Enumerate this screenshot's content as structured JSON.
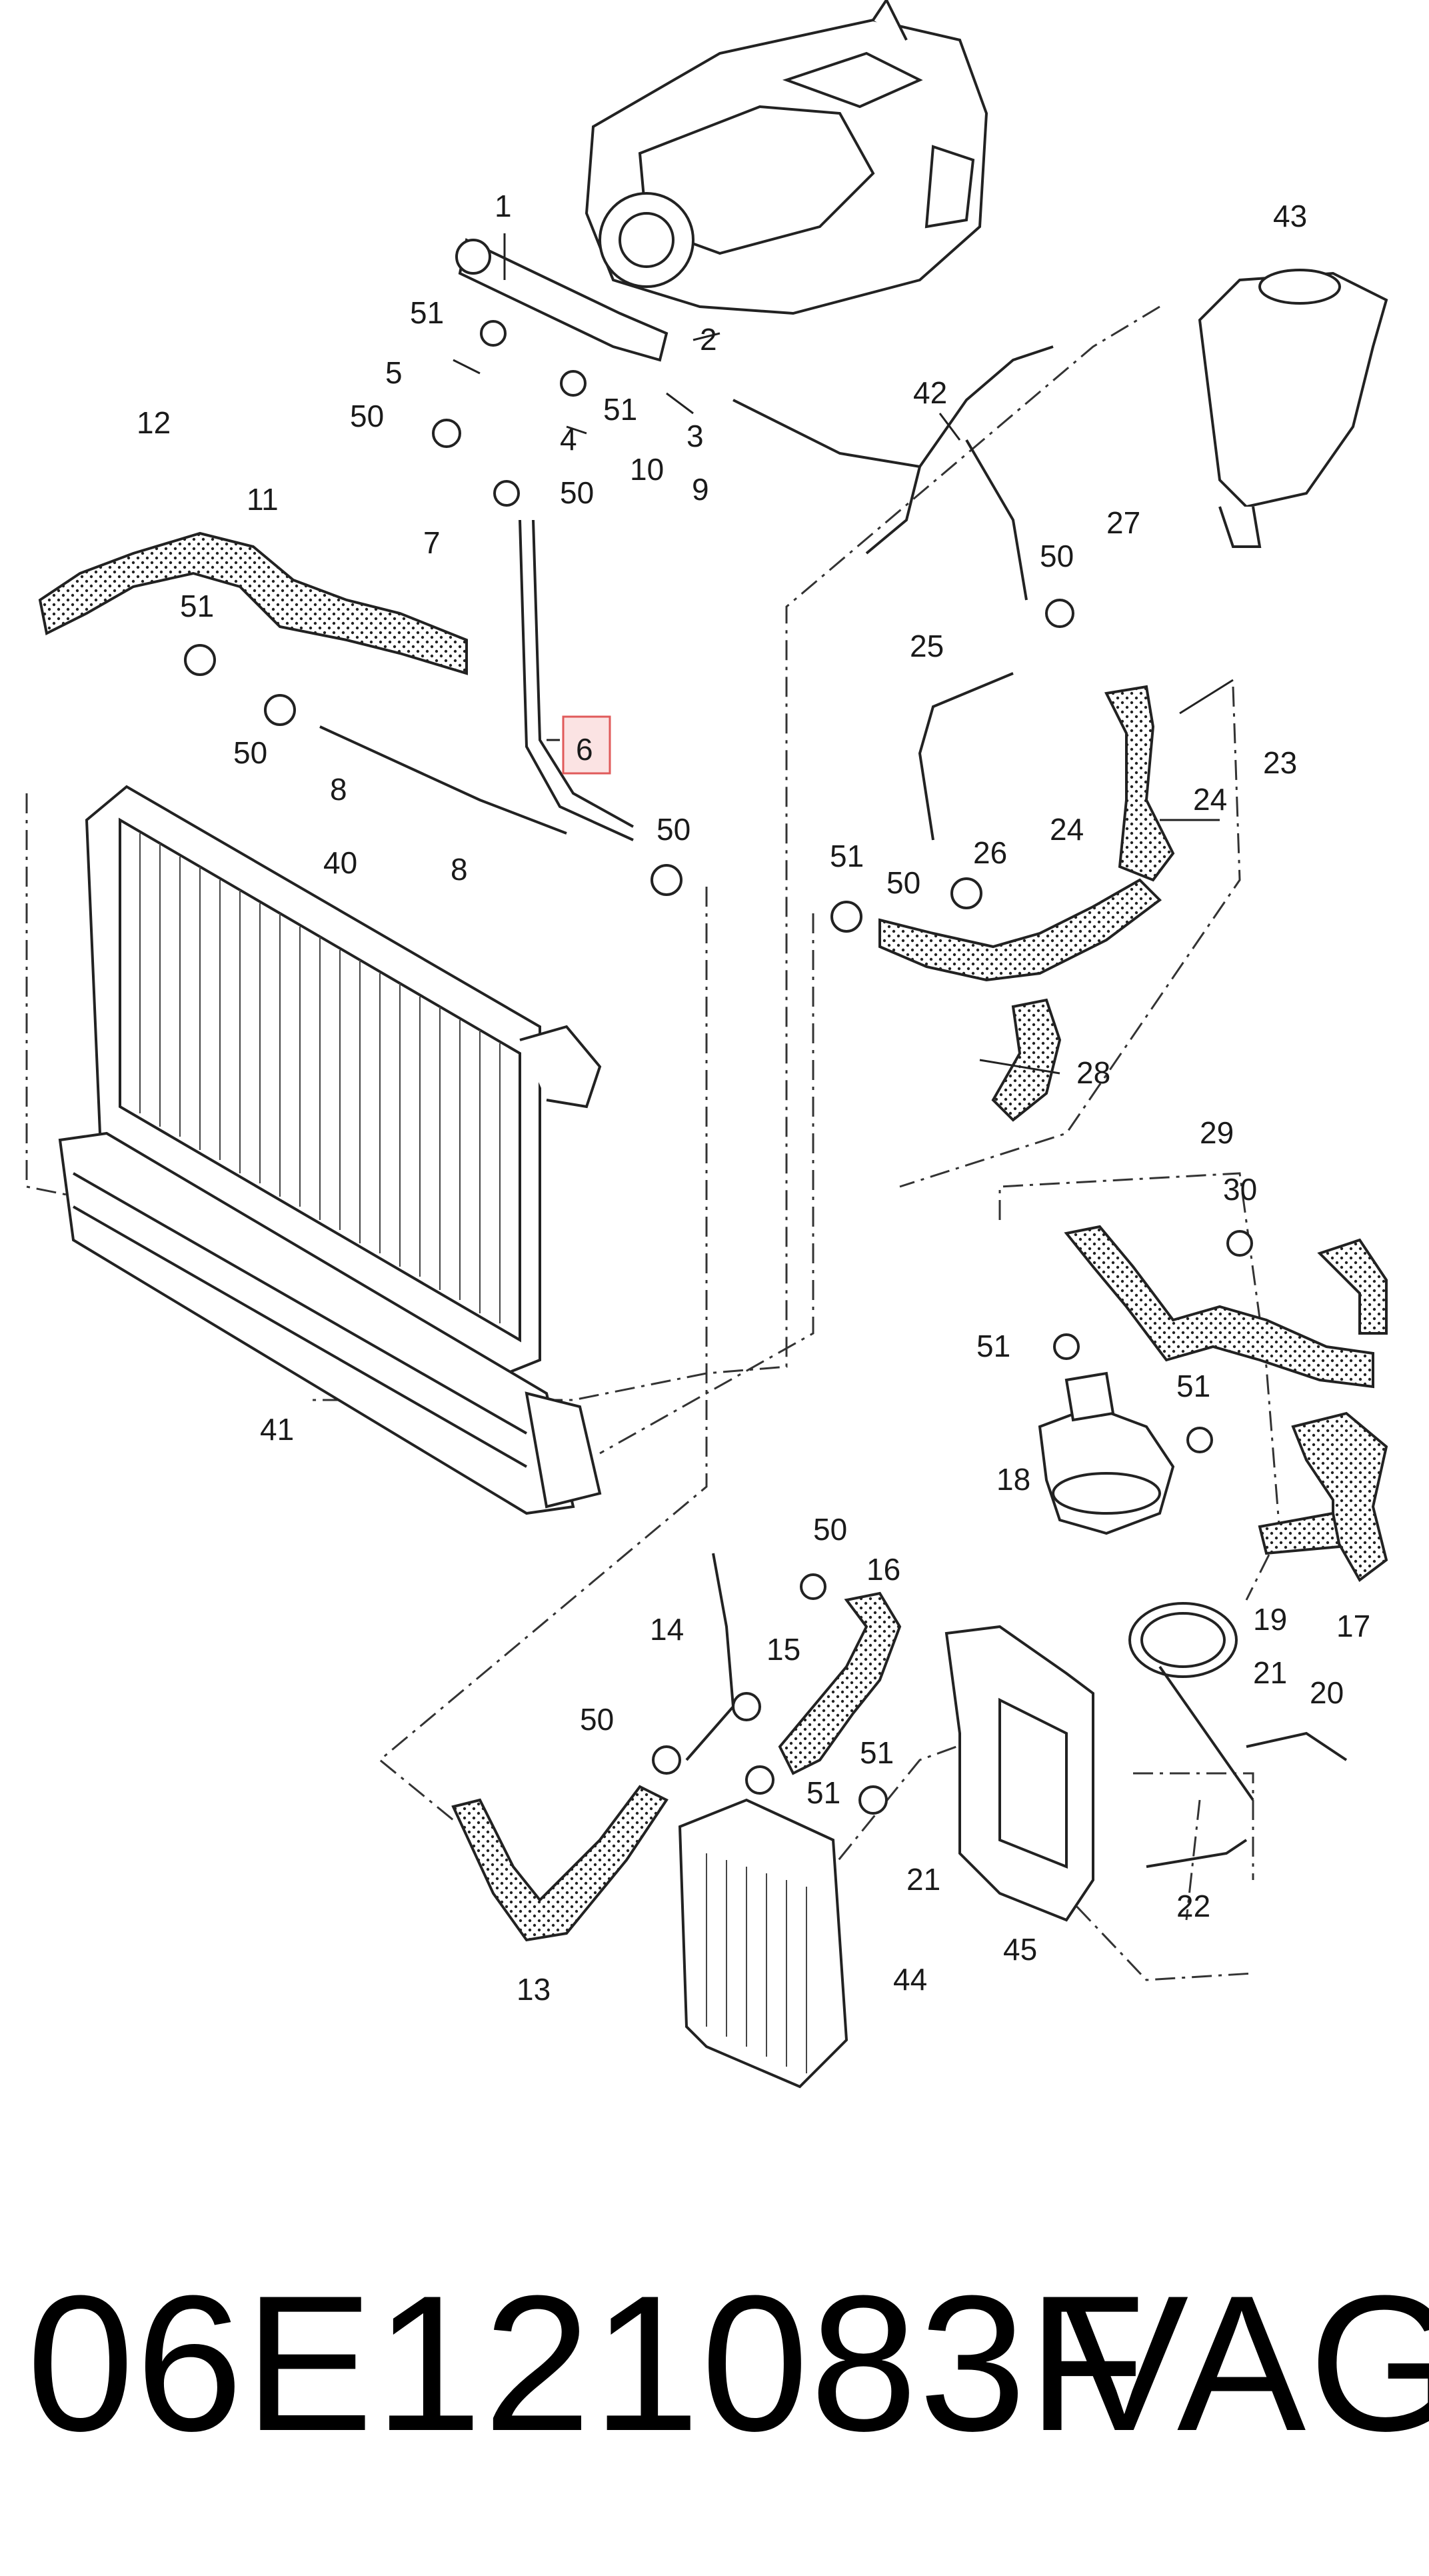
{
  "diagram": {
    "callouts": [
      "1",
      "2",
      "3",
      "4",
      "5",
      "6",
      "7",
      "8",
      "8",
      "9",
      "10",
      "11",
      "12",
      "13",
      "14",
      "15",
      "16",
      "17",
      "18",
      "19",
      "20",
      "21",
      "21",
      "22",
      "23",
      "24",
      "24",
      "25",
      "26",
      "27",
      "28",
      "29",
      "30",
      "40",
      "41",
      "42",
      "43",
      "44",
      "45",
      "50",
      "50",
      "50",
      "50",
      "50",
      "50",
      "50",
      "50",
      "51",
      "51",
      "51",
      "51",
      "51",
      "51",
      "51",
      "51"
    ],
    "highlighted_callout": "6",
    "highlight_color": "#e05a5a"
  },
  "footer": {
    "part_number": "06E121083F",
    "brand": "VAG"
  }
}
